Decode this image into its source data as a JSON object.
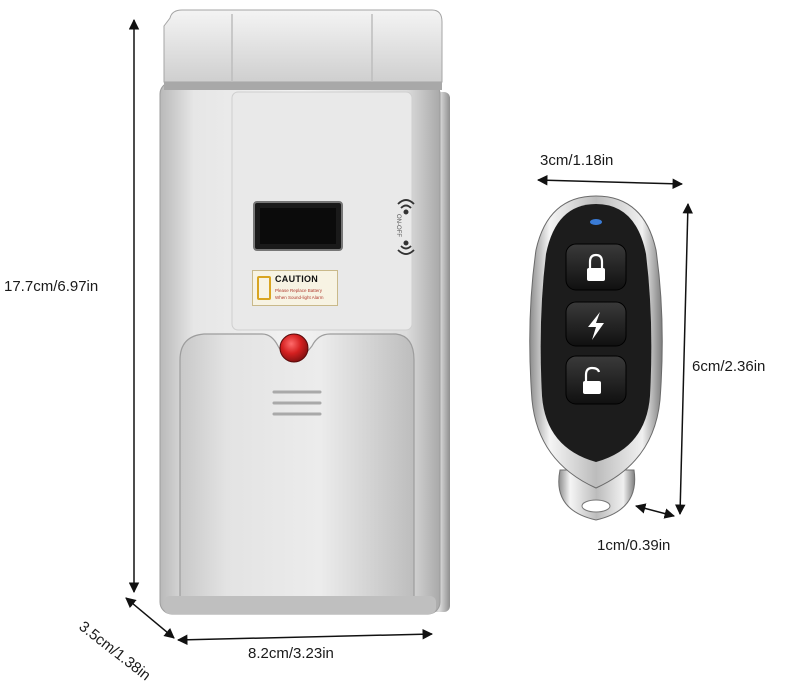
{
  "dimensions": {
    "lock_height": "17.7cm/6.97in",
    "lock_width": "8.2cm/3.23in",
    "lock_depth": "3.5cm/1.38in",
    "remote_width": "3cm/1.18in",
    "remote_height": "6cm/2.36in",
    "remote_thickness": "1cm/0.39in"
  },
  "lock": {
    "caution_title": "CAUTION",
    "caution_line_1": "Please Replace Battery",
    "caution_line_2": "When Sound-light Alarm",
    "switch_label": "ON-OFF",
    "body_color": "#d9d9d9",
    "button_color": "#d42020"
  },
  "remote": {
    "buttons": [
      "lock-icon",
      "lightning-icon",
      "unlock-icon"
    ],
    "body_color": "#1c1c1c",
    "led_color": "#3a7bd5"
  }
}
